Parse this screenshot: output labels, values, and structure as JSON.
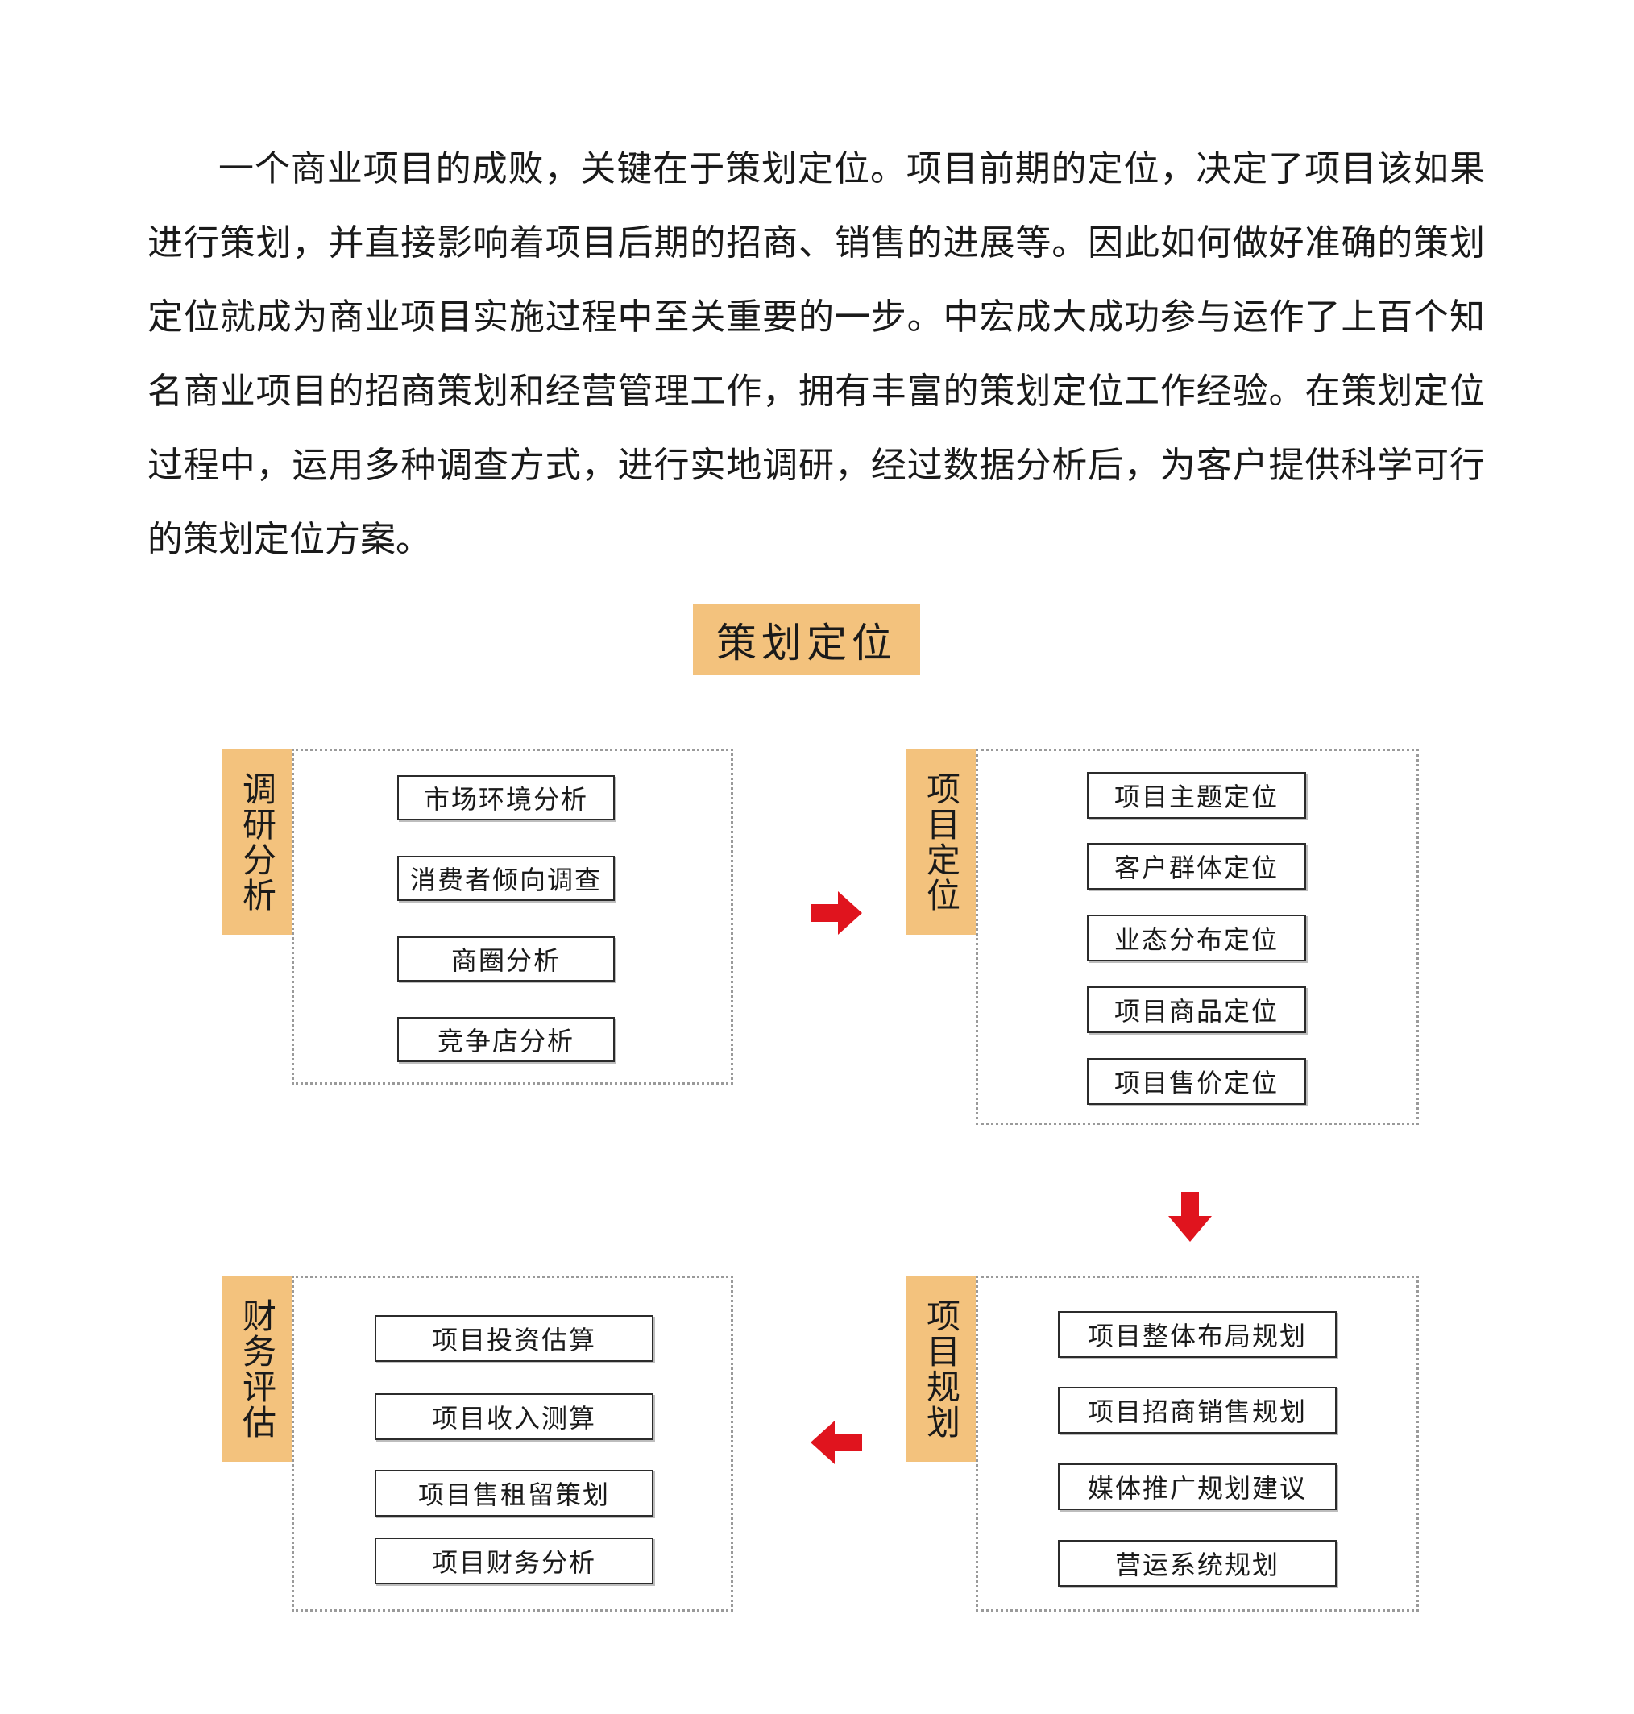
{
  "intro": {
    "text": "一个商业项目的成败，关键在于策划定位。项目前期的定位，决定了项目该如果进行策划，并直接影响着项目后期的招商、销售的进展等。因此如何做好准确的策划定位就成为商业项目实施过程中至关重要的一步。中宏成大成功参与运作了上百个知名商业项目的招商策划和经营管理工作，拥有丰富的策划定位工作经验。在策划定位过程中，运用多种调查方式，进行实地调研，经过数据分析后，为客户提供科学可行的策划定位方案。"
  },
  "diagram": {
    "title": "策划定位",
    "groups": [
      {
        "label": "调研分析",
        "items": [
          "市场环境分析",
          "消费者倾向调查",
          "商圈分析",
          "竞争店分析"
        ]
      },
      {
        "label": "项目定位",
        "items": [
          "项目主题定位",
          "客户群体定位",
          "业态分布定位",
          "项目商品定位",
          "项目售价定位"
        ]
      },
      {
        "label": "项目规划",
        "items": [
          "项目整体布局规划",
          "项目招商销售规划",
          "媒体推广规划建议",
          "营运系统规划"
        ]
      },
      {
        "label": "财务评估",
        "items": [
          "项目投资估算",
          "项目收入测算",
          "项目售租留策划",
          "项目财务分析"
        ]
      }
    ],
    "arrow_color": "#e0141e",
    "accent_color": "#f3c27d"
  }
}
